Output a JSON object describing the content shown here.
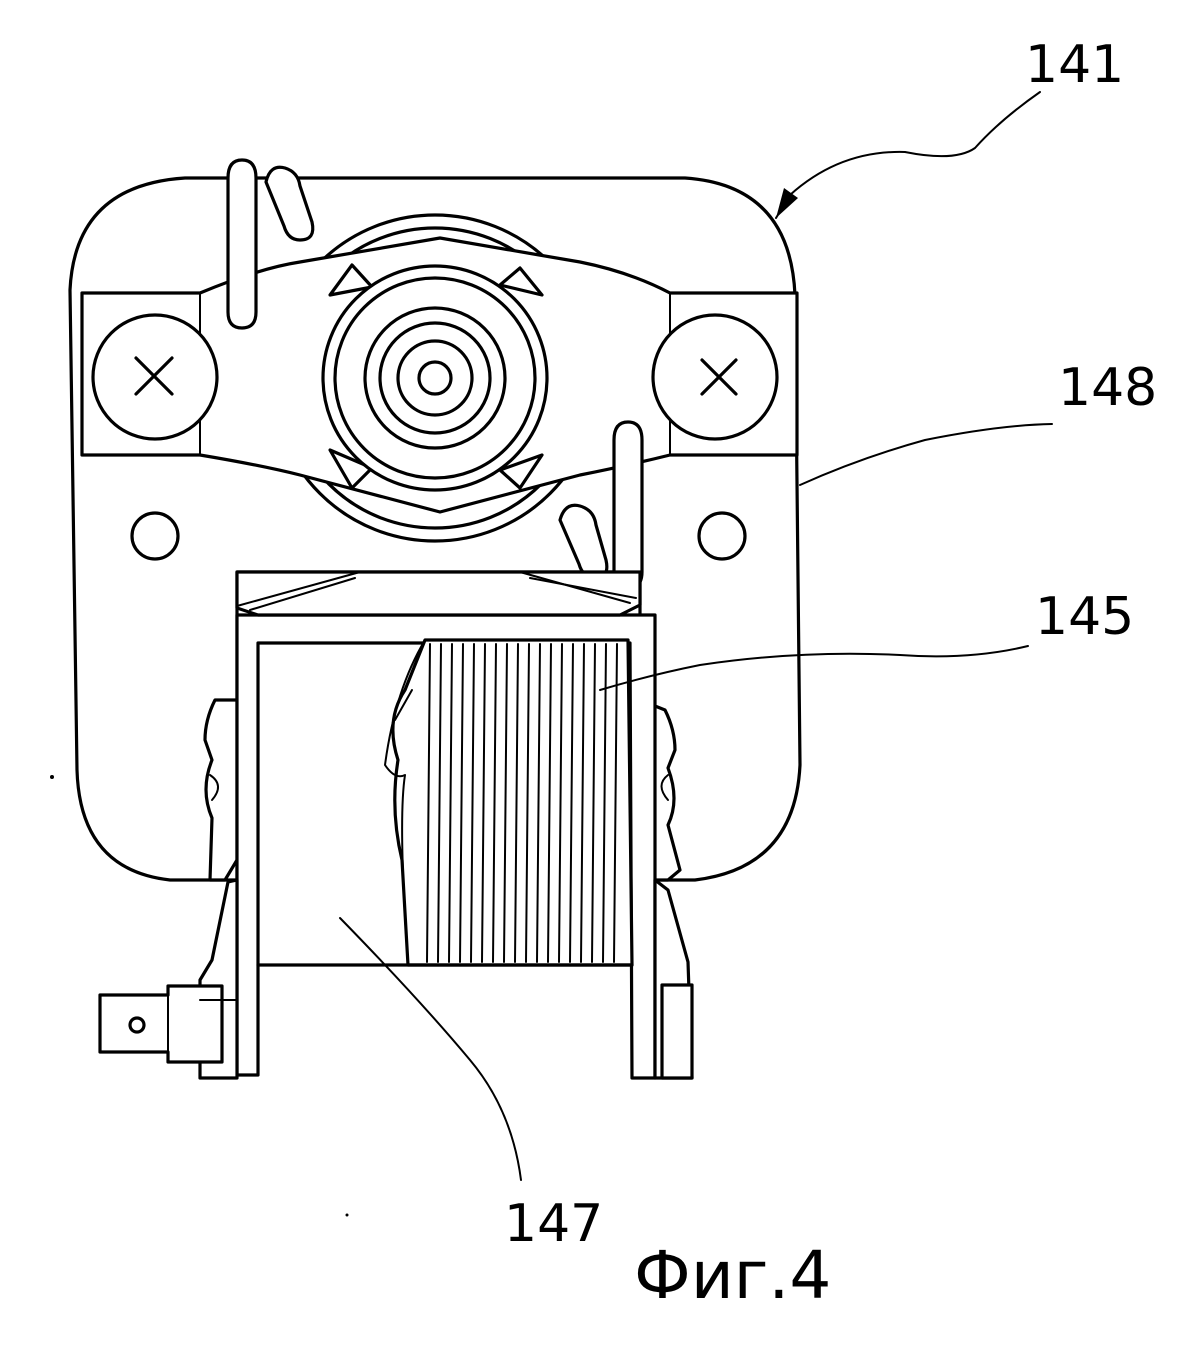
{
  "figure": {
    "caption": "Фиг.4"
  },
  "labels": {
    "motor_assembly": "141",
    "frame": "148",
    "coil_winding": "145",
    "bobbin": "147"
  }
}
